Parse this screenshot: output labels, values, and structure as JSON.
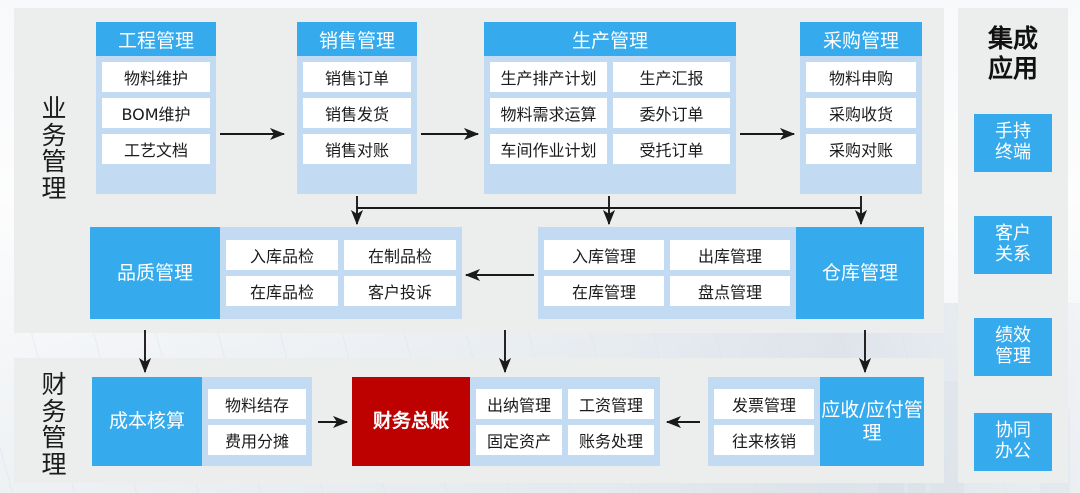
{
  "sections": {
    "business": {
      "label_chars": [
        "业",
        "务",
        "管",
        "理"
      ]
    },
    "finance": {
      "label_chars": [
        "财",
        "务",
        "管",
        "理"
      ]
    },
    "apps": {
      "title_chars": [
        "集成",
        "应用"
      ]
    }
  },
  "apps": {
    "items": [
      {
        "lines": [
          "手持",
          "终端"
        ]
      },
      {
        "lines": [
          "客户",
          "关系"
        ]
      },
      {
        "lines": [
          "绩效",
          "管理"
        ]
      },
      {
        "lines": [
          "协同",
          "办公"
        ]
      }
    ]
  },
  "top_row": [
    {
      "title": "工程管理",
      "cols": 1,
      "items": [
        "物料维护",
        "BOM维护",
        "工艺文档"
      ]
    },
    {
      "title": "销售管理",
      "cols": 1,
      "items": [
        "销售订单",
        "销售发货",
        "销售对账"
      ]
    },
    {
      "title": "生产管理",
      "cols": 2,
      "items": [
        "生产排产计划",
        "生产汇报",
        "物料需求运算",
        "委外订单",
        "车间作业计划",
        "受托订单"
      ]
    },
    {
      "title": "采购管理",
      "cols": 1,
      "items": [
        "物料申购",
        "采购收货",
        "采购对账"
      ]
    }
  ],
  "middle_row": [
    {
      "title": "品质管理",
      "side": "left",
      "style": "blue",
      "cols": 2,
      "items": [
        "入库品检",
        "在制品检",
        "在库品检",
        "客户投诉"
      ]
    },
    {
      "title": "仓库管理",
      "side": "right",
      "style": "blue",
      "cols": 2,
      "items": [
        "入库管理",
        "出库管理",
        "在库管理",
        "盘点管理"
      ]
    }
  ],
  "bottom_row": [
    {
      "title": "成本核算",
      "side": "left",
      "style": "blue",
      "cols": 1,
      "items": [
        "物料结存",
        "费用分摊"
      ]
    },
    {
      "title": "财务总账",
      "side": "left",
      "style": "red",
      "cols": 2,
      "items": [
        "出纳管理",
        "工资管理",
        "固定资产",
        "账务处理"
      ]
    },
    {
      "title": "应收/应付管理",
      "side": "right",
      "style": "blue",
      "cols": 1,
      "items": [
        "发票管理",
        "往来核销"
      ]
    }
  ],
  "colors": {
    "accent_blue": "#35aaec",
    "card_bg": "#c2daf2",
    "panel_bg": "#eceded",
    "accent_red": "#bd0000",
    "item_bg": "#ffffff",
    "arrow": "#1a1a1a"
  }
}
